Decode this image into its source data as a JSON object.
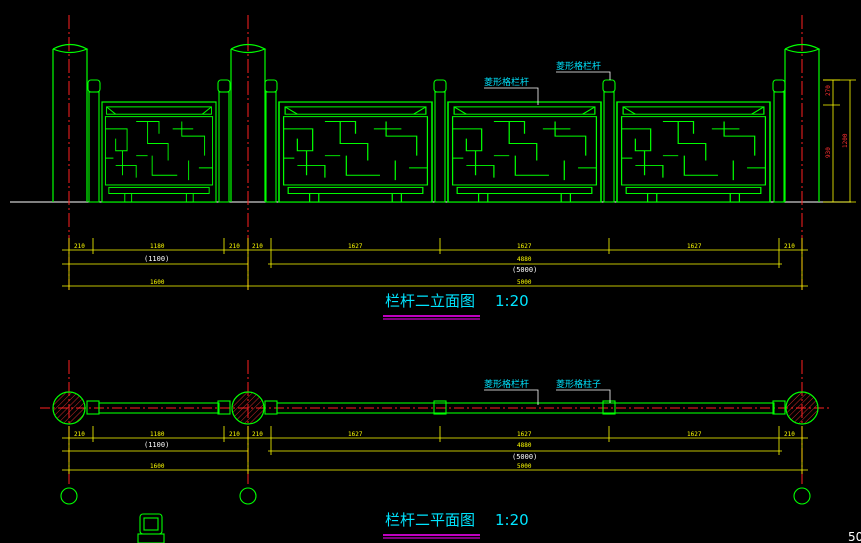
{
  "elevation": {
    "title": "栏杆二立面图",
    "scale": "1:20",
    "callouts": [
      "菱形格栏杆",
      "菱形格栏杆"
    ],
    "dims_row1": [
      "210",
      "1180",
      "210",
      "210",
      "1627",
      "1627",
      "1627",
      "210"
    ],
    "dims_row2": [
      "(1100)",
      "4880"
    ],
    "dims_row3": [
      "(5000)"
    ],
    "dims_row4": [
      "1600",
      "5000"
    ],
    "vertical_dims": [
      "270",
      "930",
      "1200"
    ]
  },
  "plan": {
    "title": "栏杆二平面图",
    "scale": "1:20",
    "callouts": [
      "菱形格栏杆",
      "菱形格柱子"
    ],
    "dims_row1": [
      "210",
      "1180",
      "210",
      "210",
      "1627",
      "1627",
      "1627",
      "210"
    ],
    "dims_row2": [
      "(1100)",
      "4880"
    ],
    "dims_row3": [
      "(5000)"
    ],
    "dims_row4": [
      "1600",
      "5000"
    ]
  },
  "corner_text": "50",
  "colors": {
    "background": "#000000",
    "outline": "#00ff00",
    "axis": "#ff0000",
    "dimension": "#ffff00",
    "label": "#00e5ff",
    "underline": "#ff00ff",
    "ground": "#ffffff"
  }
}
